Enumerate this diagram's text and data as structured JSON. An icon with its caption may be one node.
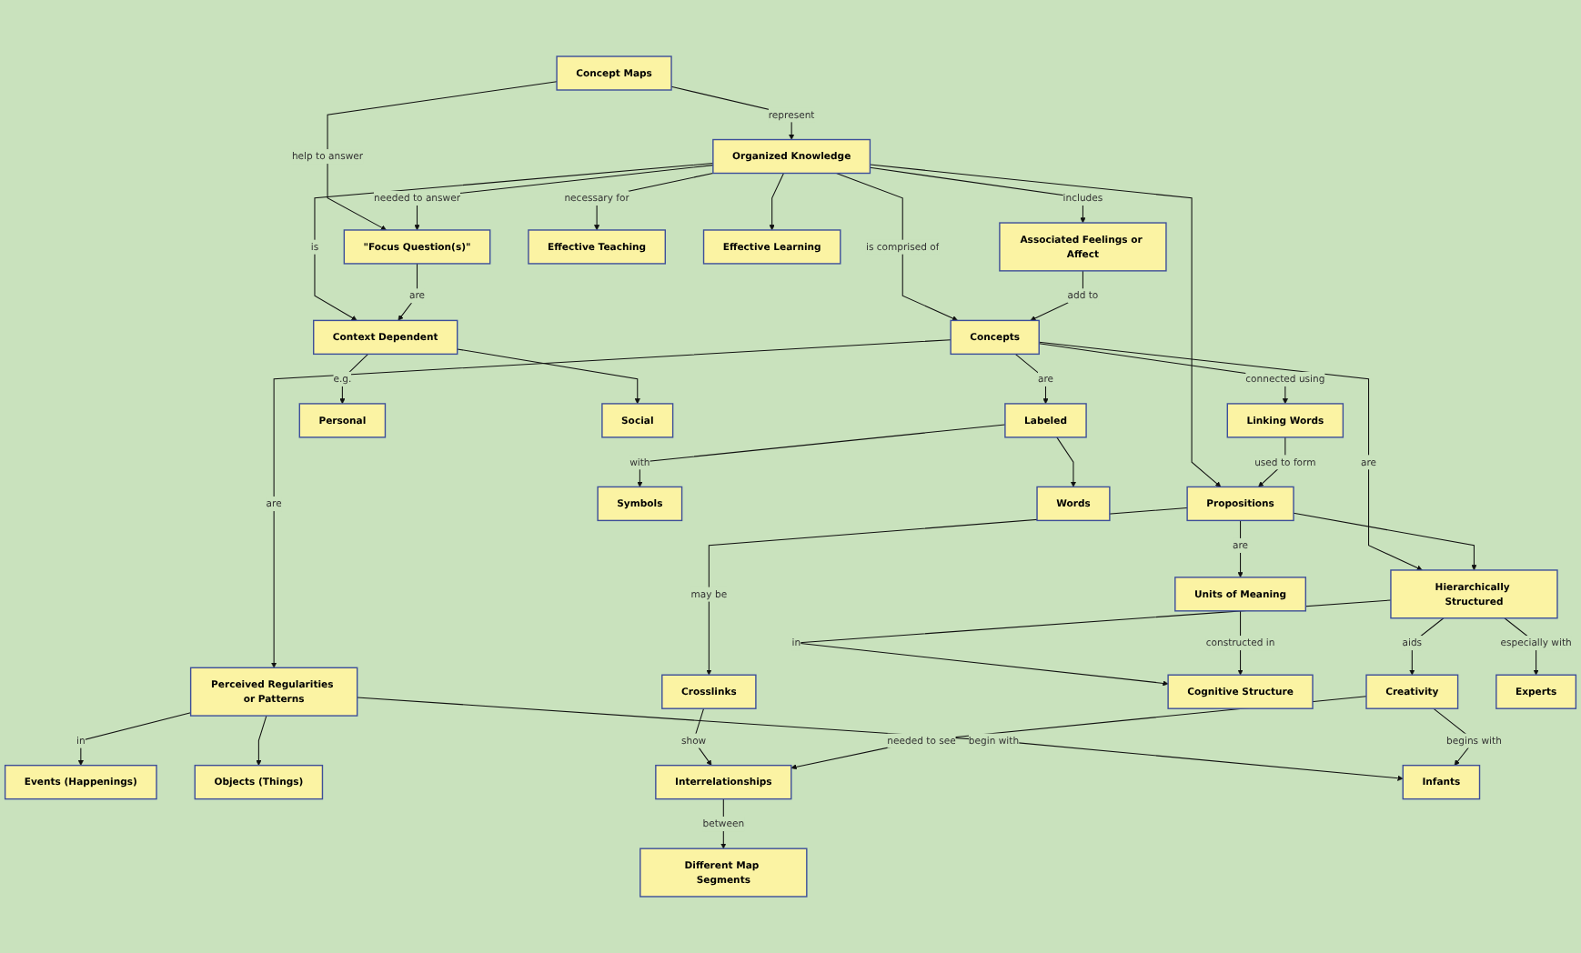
{
  "diagram": {
    "nodes": [
      {
        "text": [
          "Concept Maps"
        ]
      },
      {
        "text": [
          "Organized Knowledge"
        ]
      },
      {
        "text": [
          "\"Focus Question(s)\""
        ]
      },
      {
        "text": [
          "Associated Feelings or Affect"
        ]
      },
      {
        "text": [
          "Context Dependent"
        ]
      },
      {
        "text": [
          "Concepts"
        ]
      },
      {
        "text": [
          "Linking Words"
        ]
      },
      {
        "text": [
          "Propositions"
        ]
      },
      {
        "text": [
          "Effective Teaching"
        ]
      },
      {
        "text": [
          "Effective Learning"
        ]
      },
      {
        "text": [
          "Personal"
        ]
      },
      {
        "text": [
          "Social"
        ]
      },
      {
        "text": [
          "Perceived Regularities or Patterns"
        ]
      },
      {
        "text": [
          "Labeled"
        ]
      },
      {
        "text": [
          "Hierarchically Structured"
        ]
      },
      {
        "text": [
          "Units of Meaning"
        ]
      },
      {
        "text": [
          "Crosslinks"
        ]
      },
      {
        "text": [
          "Events (Happenings)"
        ]
      },
      {
        "text": [
          "Objects (Things)"
        ]
      },
      {
        "text": [
          "Symbols"
        ]
      },
      {
        "text": [
          "Words"
        ]
      },
      {
        "text": [
          "Cognitive Structure"
        ]
      },
      {
        "text": [
          "Creativity"
        ]
      },
      {
        "text": [
          "Experts"
        ]
      },
      {
        "text": [
          "Interrelationships"
        ]
      },
      {
        "text": [
          "Infants"
        ]
      },
      {
        "text": [
          "Different Map Segments"
        ]
      }
    ],
    "edges": [
      {
        "from": 0,
        "to": 1,
        "arrow": "to",
        "label": "represent"
      },
      {
        "from": 0,
        "to": 2,
        "arrow": "to",
        "label": "help to answer"
      },
      {
        "from": 1,
        "to": 2,
        "arrow": "to",
        "label": "needed to answer"
      },
      {
        "from": 1,
        "to": 3,
        "arrow": "to",
        "label": "includes"
      },
      {
        "from": 1,
        "to": 4,
        "arrow": "to",
        "label": "is"
      },
      {
        "from": 2,
        "to": 4,
        "arrow": "to",
        "label": "are"
      },
      {
        "from": 1,
        "to": 5,
        "arrow": "to",
        "label": "is comprised of"
      },
      {
        "from": 1,
        "to": 7,
        "arrow": "to"
      },
      {
        "from": 1,
        "to": 8,
        "arrow": "to",
        "label": "necessary for"
      },
      {
        "from": 1,
        "to": 9,
        "arrow": "to"
      },
      {
        "from": 3,
        "to": 5,
        "arrow": "to",
        "label": "add to"
      },
      {
        "from": 5,
        "to": 6,
        "arrow": "to",
        "label": "connected using"
      },
      {
        "from": 6,
        "to": 7,
        "arrow": "to",
        "label": "used to form"
      },
      {
        "from": 5,
        "to": 12,
        "arrow": "to",
        "label": "are"
      },
      {
        "from": 5,
        "to": 13,
        "arrow": "to",
        "label": "are"
      },
      {
        "from": 5,
        "to": 14,
        "arrow": "to",
        "label": "are"
      },
      {
        "from": 7,
        "to": 14,
        "arrow": "to"
      },
      {
        "from": 7,
        "to": 15,
        "arrow": "to",
        "label": "are"
      },
      {
        "from": 7,
        "to": 16,
        "arrow": "to",
        "label": "may be"
      },
      {
        "from": 4,
        "to": 10,
        "arrow": "to",
        "label": "e.g."
      },
      {
        "from": 4,
        "to": 11,
        "arrow": "to"
      },
      {
        "from": 12,
        "to": 17,
        "arrow": "to",
        "label": "in"
      },
      {
        "from": 12,
        "to": 18,
        "arrow": "to"
      },
      {
        "from": 12,
        "to": 25,
        "arrow": "to",
        "label": "begin with"
      },
      {
        "from": 13,
        "to": 19,
        "arrow": "to",
        "label": "with"
      },
      {
        "from": 13,
        "to": 20,
        "arrow": "to"
      },
      {
        "from": 14,
        "to": 21,
        "arrow": "to",
        "label": "in"
      },
      {
        "from": 14,
        "to": 22,
        "arrow": "to",
        "label": "aids"
      },
      {
        "from": 14,
        "to": 23,
        "arrow": "to",
        "label": "especially with"
      },
      {
        "from": 15,
        "to": 21,
        "arrow": "to",
        "label": "constructed in"
      },
      {
        "from": 16,
        "to": 24,
        "arrow": "to",
        "label": "show"
      },
      {
        "from": 22,
        "to": 25,
        "arrow": "to",
        "label": "begins with"
      },
      {
        "from": 22,
        "to": 24,
        "arrow": "to",
        "label": "needed to see"
      },
      {
        "from": 24,
        "to": 26,
        "arrow": "to",
        "label": "between"
      }
    ]
  }
}
